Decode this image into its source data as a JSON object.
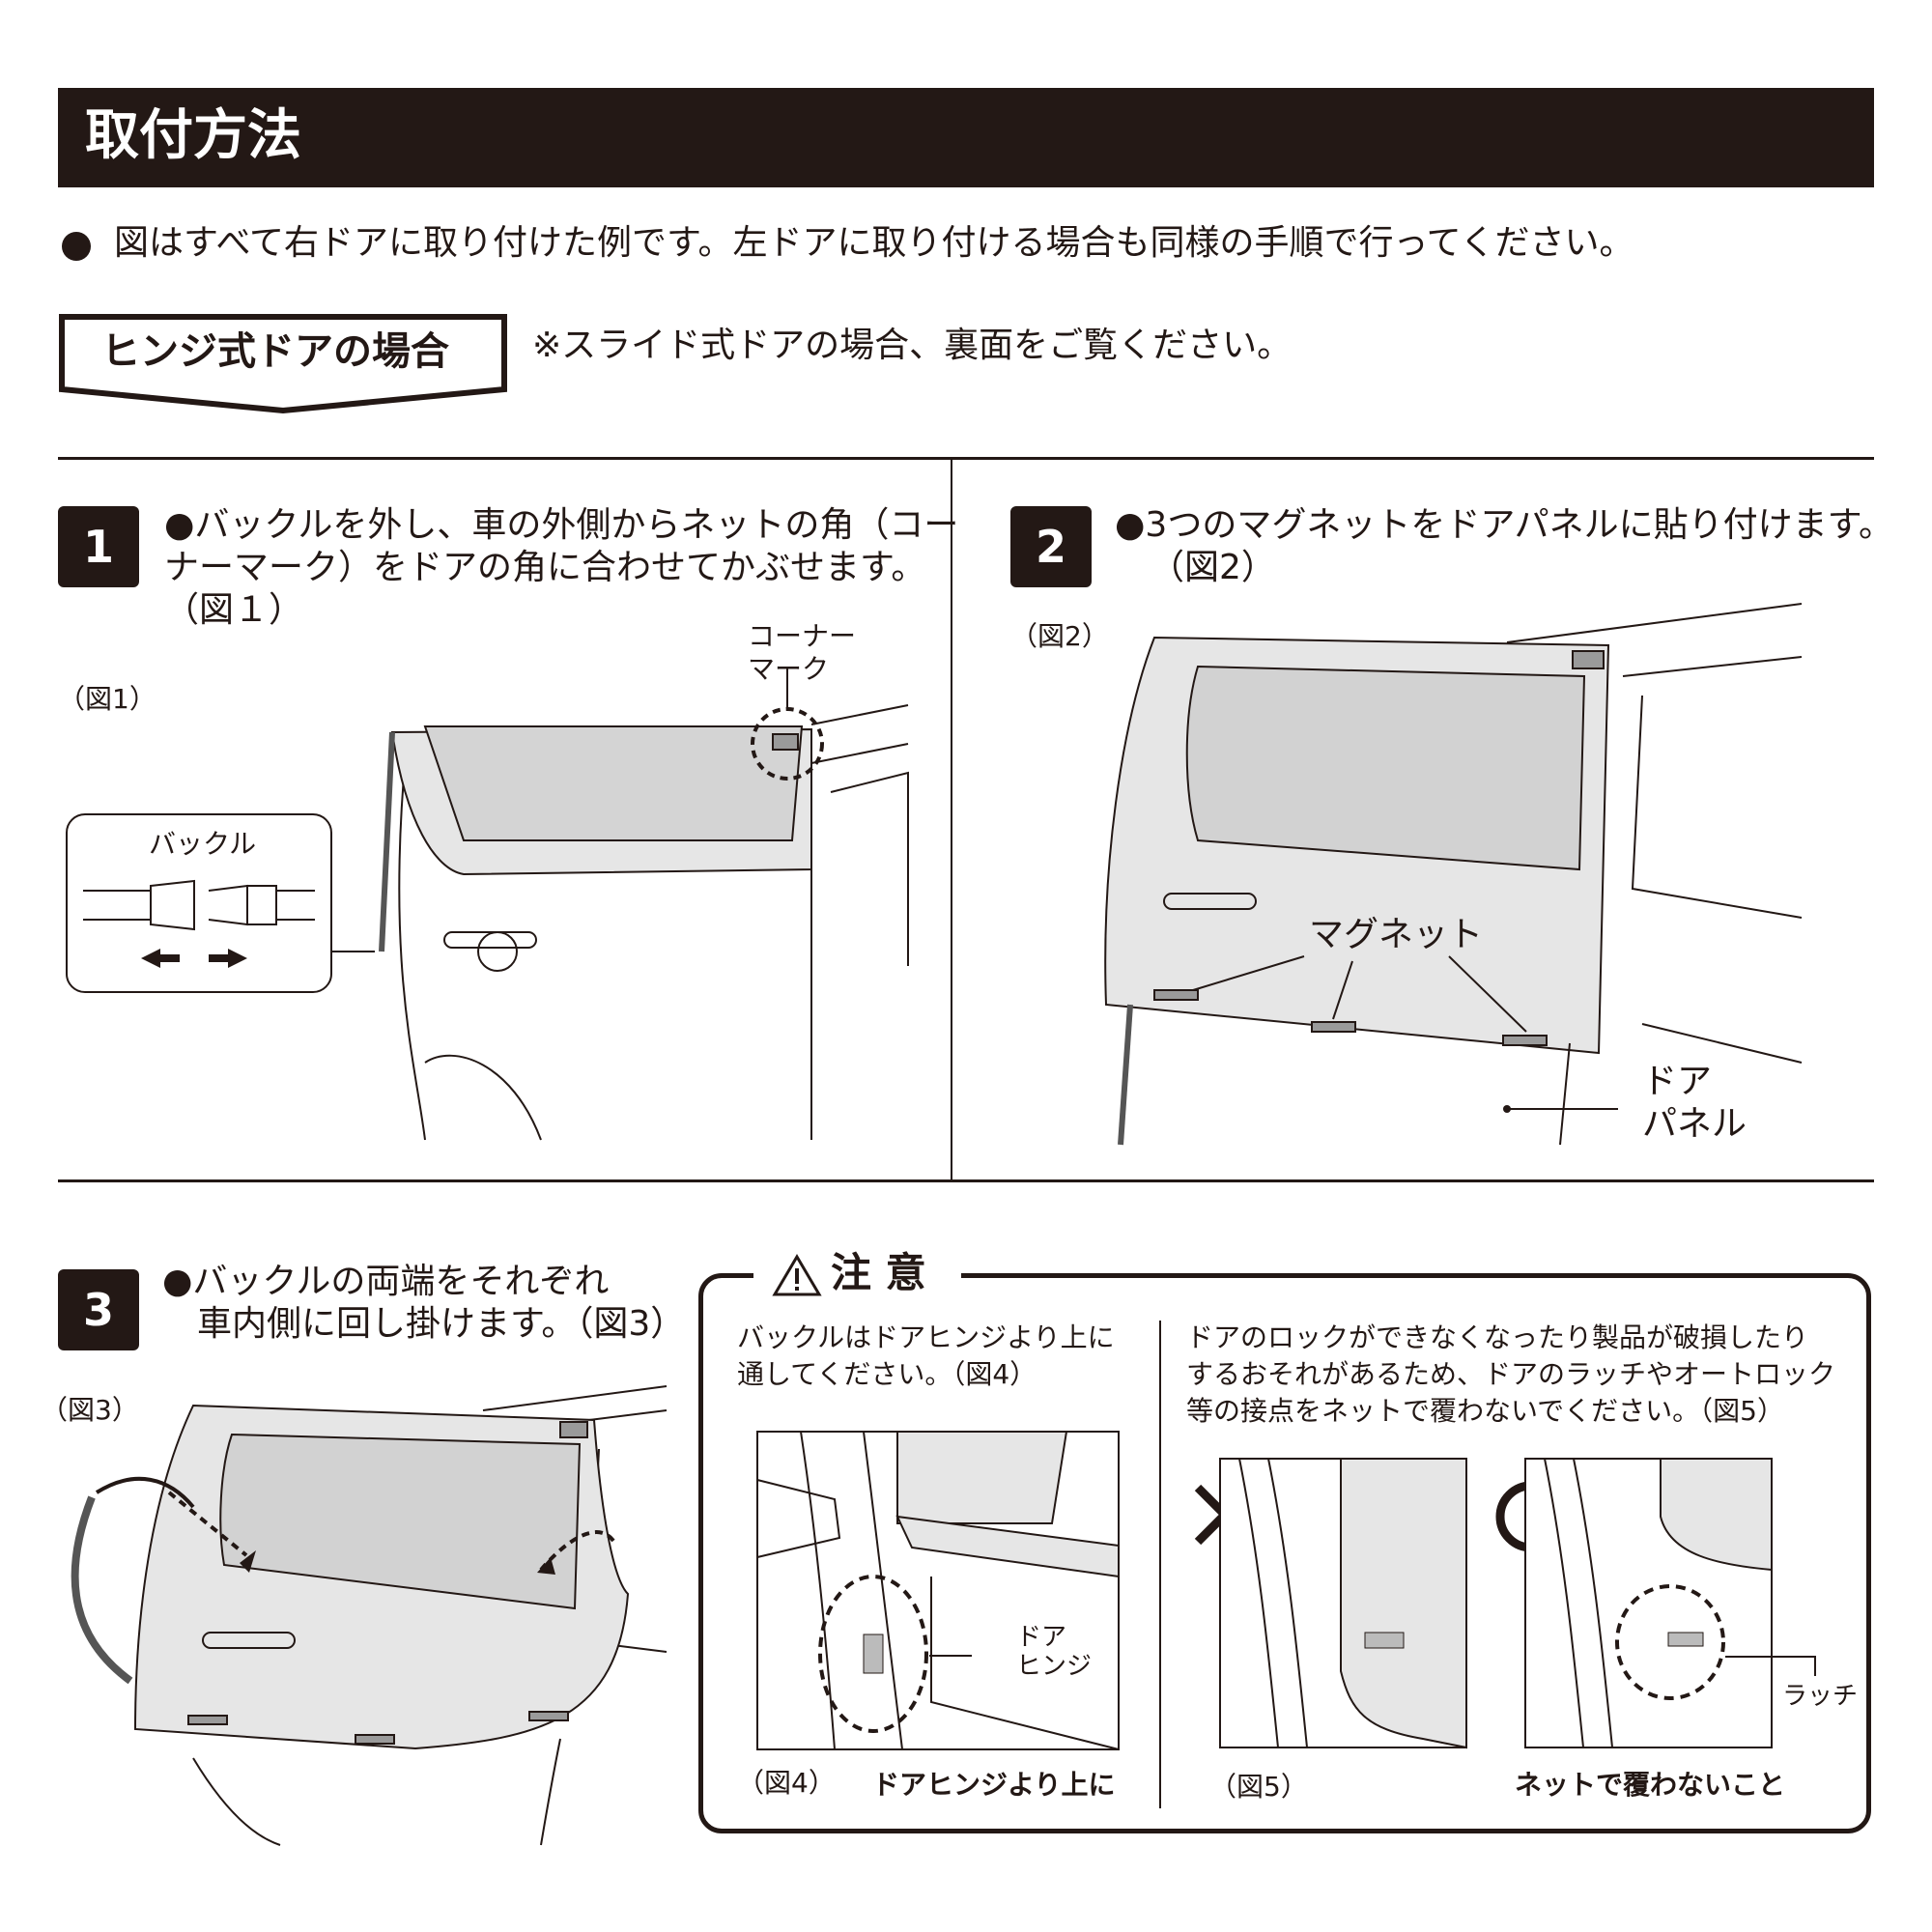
{
  "title": "取付方法",
  "intro": "図はすべて右ドアに取り付けた例です。左ドアに取り付ける場合も同様の手順で行ってください。",
  "section_tag": "ヒンジ式ドアの場合",
  "section_note": "※スライド式ドアの場合、裏面をご覧ください。",
  "steps": [
    {
      "number": "1",
      "lines": [
        "●バックルを外し、車の外側からネットの角（コー",
        "ナーマーク）をドアの角に合わせてかぶせます。",
        "（図１）"
      ],
      "figure": "（図1）",
      "labels": {
        "corner_mark_1": "コーナー",
        "corner_mark_2": "マーク",
        "buckle": "バックル"
      }
    },
    {
      "number": "2",
      "lines": [
        "●3つのマグネットをドアパネルに貼り付けます。",
        "（図2）"
      ],
      "figure": "（図2）",
      "labels": {
        "magnet": "マグネット",
        "door_panel_1": "ドア",
        "door_panel_2": "パネル"
      }
    },
    {
      "number": "3",
      "lines": [
        "●バックルの両端をそれぞれ",
        "車内側に回し掛けます。（図3）"
      ],
      "figure": "（図3）"
    }
  ],
  "caution": {
    "title": "注 意",
    "left_lines": [
      "バックルはドアヒンジより上に",
      "通してください。（図4）"
    ],
    "right_lines": [
      "ドアのロックができなくなったり製品が破損したり",
      "するおそれがあるため、ドアのラッチやオートロック",
      "等の接点をネットで覆わないでください。（図5）"
    ],
    "fig4": "（図4）",
    "fig4_caption": "ドアヒンジより上に",
    "hinge_1": "ドア",
    "hinge_2": "ヒンジ",
    "fig5": "（図5）",
    "fig5_caption": "ネットで覆わないこと",
    "latch": "ラッチ"
  },
  "colors": {
    "ink": "#231815",
    "net": "#e6e6e6",
    "magnet": "#9a9a9a"
  }
}
